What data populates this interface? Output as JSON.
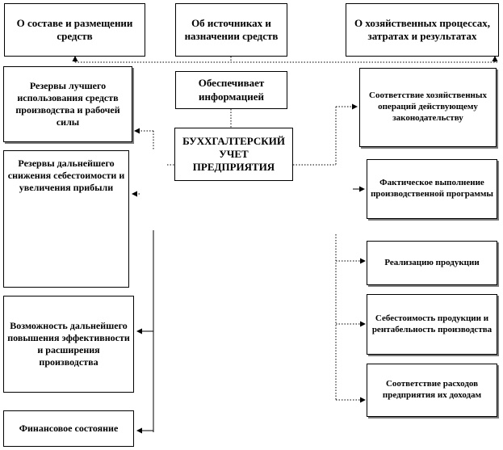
{
  "diagram": {
    "top_boxes": [
      "О составе и размещении средств",
      "Об источниках и назначении средств",
      "О хозяйственных процессах, затратах и результатах"
    ],
    "provides_info": "Обеспечивает информацией",
    "center": "БУХХГАЛТЕРСКИЙ УЧЕТ ПРЕДПРИЯТИЯ",
    "left_boxes": [
      "Резервы лучшего использования средств производства и рабочей силы",
      "Резервы дальнейшего снижения себестоимости и увеличения прибыли",
      "Возможность дальнейшего повышения эффективности и расширения производства",
      "Финансовое состояние"
    ],
    "right_boxes": [
      "Соответствие хозяйственных операций действующему законодательству",
      "Фактическое выполнение производственной программы",
      "Реализацию продукции",
      "Себестоимость продукции и рентабельность производства",
      "Соответствие расходов предприятия их доходам"
    ]
  }
}
